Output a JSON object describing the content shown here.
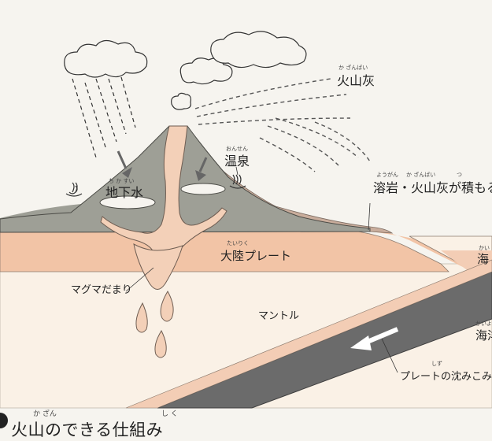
{
  "labels": {
    "volcanic_ash": "火山灰",
    "volcanic_ash_ruby": "か ざんばい",
    "hot_spring": "温泉",
    "hot_spring_ruby": "おんせん",
    "groundwater": "地下水",
    "groundwater_ruby": "ち か すい",
    "lava_ash": "溶岩・火山灰が積もる",
    "lava_ash_ruby_1": "ようがん",
    "lava_ash_ruby_2": "か ざんばい",
    "lava_ash_ruby_3": "つ",
    "continental_plate": "大陸プレート",
    "continental_plate_ruby": "たいりく",
    "magma_chamber": "マグマだまり",
    "mantle": "マントル",
    "plate_subduction": "プレートの沈みこみ",
    "plate_subduction_ruby": "しず",
    "ocean_1": "海",
    "ocean_1_ruby": "かい",
    "ocean_2": "海洋",
    "ocean_2_ruby": "かいよ"
  },
  "caption": {
    "title": "火山のできる仕組み",
    "ruby_kazan": "か ざん",
    "ruby_shikumi": "し く"
  },
  "colors": {
    "crust": "#f2c4a6",
    "volcano": "#9e9f96",
    "mantle": "#faf1e6",
    "subducting_plate": "#6b6b6b",
    "ocean_plate": "#f3cdb5",
    "background": "#f6f4ef"
  }
}
